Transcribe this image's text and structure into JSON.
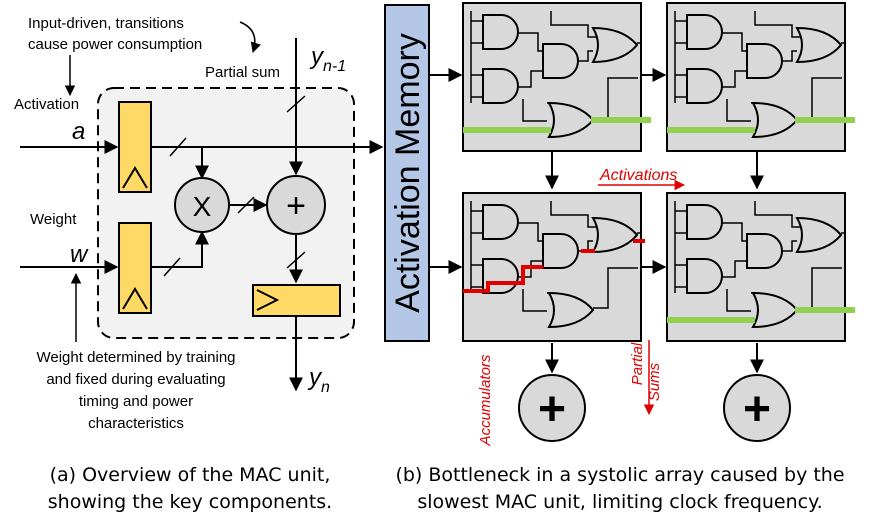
{
  "mac": {
    "note_input_line1": "Input-driven, transitions",
    "note_input_line2": "cause power consumption",
    "activation_label": "Activation",
    "weight_label": "Weight",
    "partial_sum_label": "Partial sum",
    "a_symbol": "a",
    "w_symbol": "w",
    "y_prev": "y",
    "y_prev_sub": "n-1",
    "y_out": "y",
    "y_out_sub": "n",
    "multiply_symbol": "X",
    "add_symbol": "+",
    "weight_note_lines": [
      "Weight determined by training",
      "and fixed during evaluating",
      "timing and power",
      "characteristics"
    ]
  },
  "systolic": {
    "memory_label": "Activation Memory",
    "activations_label": "Activations",
    "accumulators_label": "Accumulators",
    "partial_sums_label": "Partial Sums",
    "partial_label": "Partial",
    "sums_label": "Sums",
    "accumulator_symbol": "+"
  },
  "captions": {
    "a_line1": "(a) Overview of the MAC unit,",
    "a_line2": "showing the key components.",
    "b_line1": "(b) Bottleneck in a systolic array caused by the",
    "b_line2": "slowest MAC unit, limiting clock frequency."
  },
  "colors": {
    "register_fill": "#ffd966",
    "memory_fill": "#b4c7e7",
    "cell_fill": "#d9d9d9",
    "green_path": "#92d050",
    "red_path": "#e00000",
    "mac_box_fill": "#f2f2f2"
  }
}
